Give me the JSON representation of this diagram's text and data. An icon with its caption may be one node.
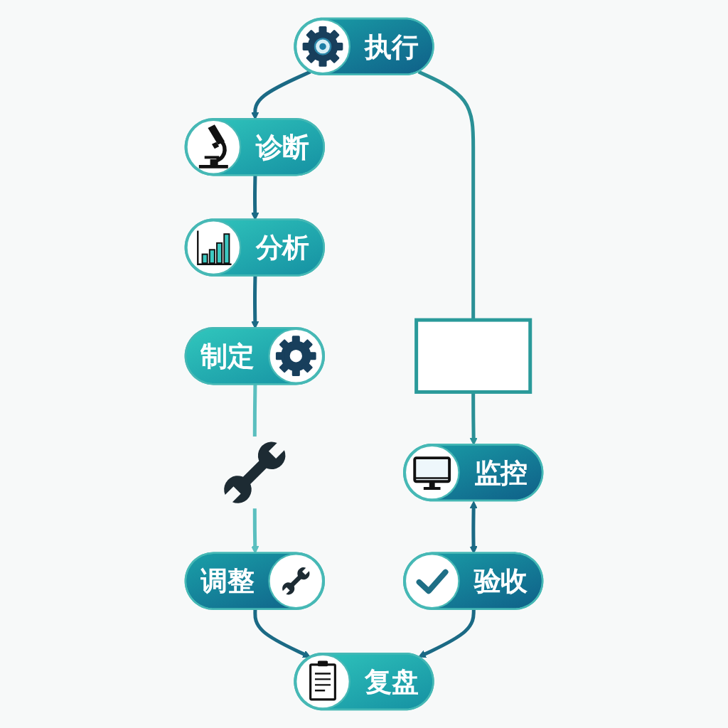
{
  "diagram": {
    "nodes": [
      {
        "text": [
          "诊断"
        ]
      },
      {
        "text": [
          "分析"
        ]
      },
      {
        "text": [
          "执行"
        ]
      },
      {
        "text": [
          "制定"
        ]
      },
      {
        "text": [],
        "shape": "box"
      },
      {
        "text": [],
        "shape": "picture"
      },
      {
        "text": [
          "监控"
        ]
      },
      {
        "text": [
          "调整"
        ]
      },
      {
        "text": [
          "验收"
        ]
      },
      {
        "text": [
          "复盘"
        ]
      }
    ],
    "edges": [
      {
        "from": 2,
        "to": 0,
        "arrow": "to"
      },
      {
        "from": 0,
        "to": 1,
        "arrow": "to"
      },
      {
        "from": 1,
        "to": 3,
        "arrow": "to"
      },
      {
        "from": 3,
        "to": 5,
        "arrow": "none",
        "color": "#5bbfbf"
      },
      {
        "from": 5,
        "to": 7,
        "arrow": "to",
        "color": "#5bbfbf"
      },
      {
        "from": 7,
        "to": 9,
        "arrow": "to"
      },
      {
        "from": 8,
        "to": 9,
        "arrow": "to"
      },
      {
        "from": 6,
        "to": 8,
        "arrow": "both"
      },
      {
        "from": 2,
        "to": 4,
        "arrow": "none",
        "color": "#2a9096"
      },
      {
        "from": 4,
        "to": 6,
        "arrow": "to",
        "color": "#2a9096"
      }
    ]
  }
}
